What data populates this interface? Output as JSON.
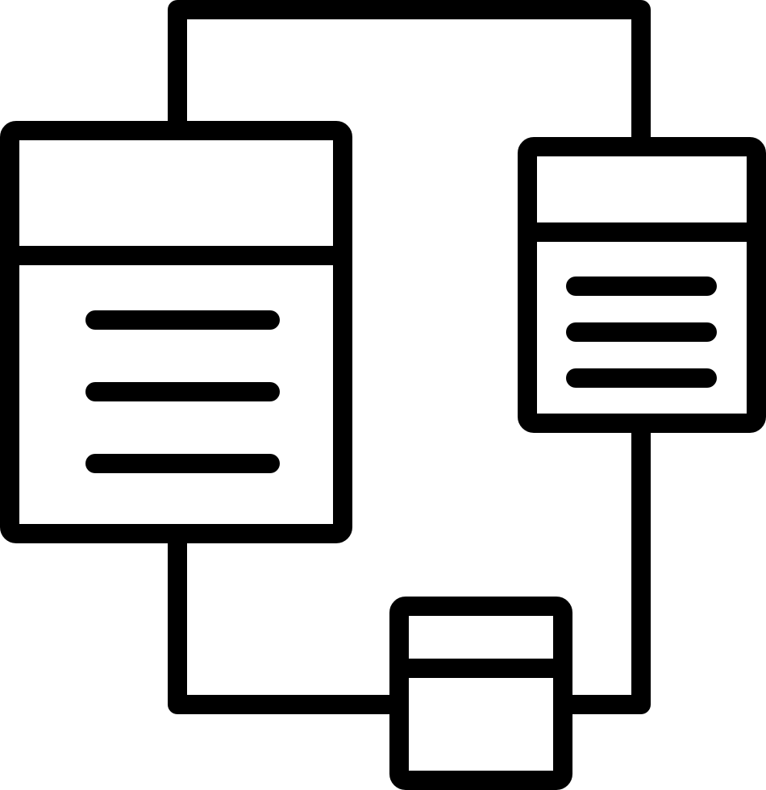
{
  "icon": {
    "name": "database-schema-icon",
    "stroke_color": "#000000",
    "fill_color": "#ffffff",
    "background": "#ffffff"
  },
  "tables": [
    {
      "id": "left-table",
      "header_rows": 1,
      "text_lines": 3
    },
    {
      "id": "right-table",
      "header_rows": 1,
      "text_lines": 3
    },
    {
      "id": "bottom-table",
      "header_rows": 1,
      "text_lines": 0
    }
  ]
}
